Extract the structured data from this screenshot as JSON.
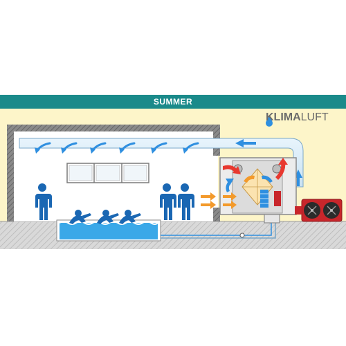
{
  "banner": {
    "label": "SUMMER"
  },
  "brand": {
    "part1": "KLIMA",
    "part2": "LUFT"
  },
  "icons": [
    "water-drop-icon",
    "swimmer-icon",
    "person-icon",
    "fan-icon",
    "arrow-icon"
  ],
  "colors": {
    "banner": "#1a8a8a",
    "background": "#fdf5c9",
    "building_wall": "#7a7a7a",
    "ground": "#d4d4d4",
    "pool_water": "#3aa8e8",
    "people": "#1a67b3",
    "cold_air": "#2f8fe0",
    "warm_air": "#f39a2b",
    "hot_air": "#e8382f",
    "heat_pump": "#c8262b"
  }
}
